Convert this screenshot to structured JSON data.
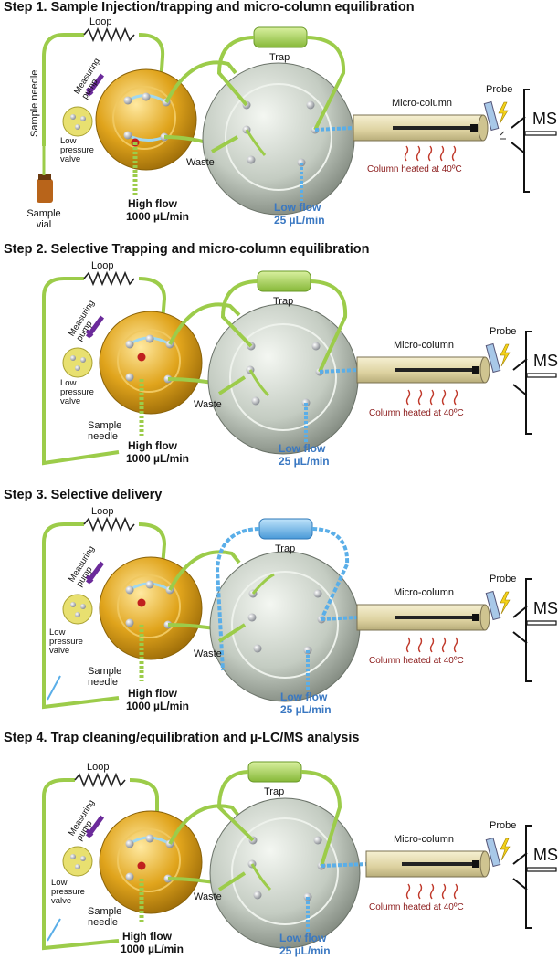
{
  "colors": {
    "flow_green": "#9ccc4a",
    "flow_blue": "#5aaee8",
    "valve_gold": "#d9a21c",
    "valve_grey": "#c9d3c9",
    "column_tan": "#e8dfb4",
    "heat_red": "#c0392b",
    "label_blue": "#3a78c2"
  },
  "steps": [
    {
      "title": "Step 1. Sample Injection/trapping and micro-column equilibration",
      "sample_vial_label": "Sample vial",
      "sample_needle_label": "Sample needle",
      "loop_label": "Loop",
      "measuring_pump_label": "Measuring pump",
      "low_pressure_valve_label": "Low pressure valve",
      "waste_label": "Waste",
      "high_flow_label": "High flow",
      "high_flow_rate": "1000 µL/min",
      "trap_label": "Trap",
      "low_flow_label": "Low flow",
      "low_flow_rate": "25 µL/min",
      "micro_column_label": "Micro-column",
      "column_heated_label": "Column heated at 40ºC",
      "probe_label": "Probe",
      "ms_label": "MS"
    },
    {
      "title": "Step 2. Selective Trapping and micro-column equilibration",
      "sample_needle_label": "Sample needle",
      "loop_label": "Loop",
      "measuring_pump_label": "Measuring pump",
      "low_pressure_valve_label": "Low pressure valve",
      "waste_label": "Waste",
      "high_flow_label": "High flow",
      "high_flow_rate": "1000 µL/min",
      "trap_label": "Trap",
      "low_flow_label": "Low flow",
      "low_flow_rate": "25 µL/min",
      "micro_column_label": "Micro-column",
      "column_heated_label": "Column heated at 40ºC",
      "probe_label": "Probe",
      "ms_label": "MS"
    },
    {
      "title": "Step 3. Selective delivery",
      "sample_needle_label": "Sample needle",
      "loop_label": "Loop",
      "measuring_pump_label": "Measuring pump",
      "low_pressure_valve_label": "Low pressure valve",
      "waste_label": "Waste",
      "high_flow_label": "High flow",
      "high_flow_rate": "1000 µL/min",
      "trap_label": "Trap",
      "low_flow_label": "Low flow",
      "low_flow_rate": "25 µL/min",
      "micro_column_label": "Micro-column",
      "column_heated_label": "Column heated at 40ºC",
      "probe_label": "Probe",
      "ms_label": "MS"
    },
    {
      "title": "Step 4. Trap cleaning/equilibration and µ-LC/MS analysis",
      "sample_needle_label": "Sample needle",
      "loop_label": "Loop",
      "measuring_pump_label": "Measuring pump",
      "low_pressure_valve_label": "Low pressure valve",
      "waste_label": "Waste",
      "high_flow_label": "High flow",
      "high_flow_rate": "1000 µL/min",
      "trap_label": "Trap",
      "low_flow_label": "Low flow",
      "low_flow_rate": "25 µL/min",
      "micro_column_label": "Micro-column",
      "column_heated_label": "Column heated at 40ºC",
      "probe_label": "Probe",
      "ms_label": "MS"
    }
  ]
}
